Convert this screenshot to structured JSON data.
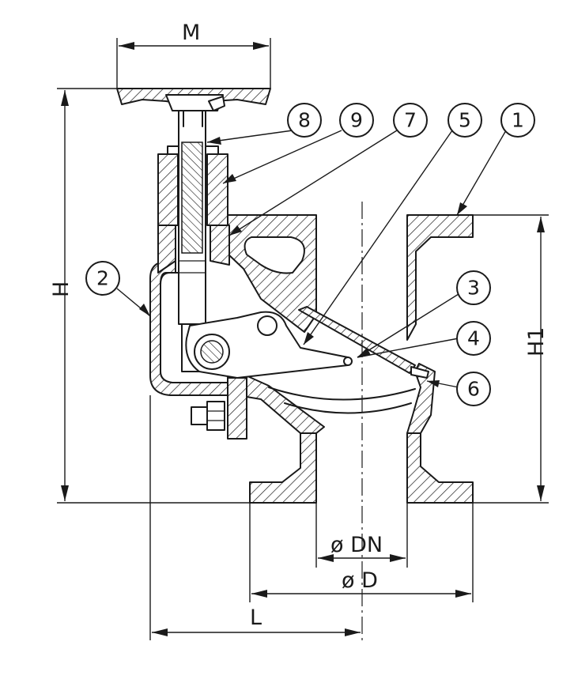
{
  "dimensions": {
    "m": "M",
    "h": "H",
    "h1": "H1",
    "l": "L",
    "dn": "ø DN",
    "d": "ø D"
  },
  "balloons": [
    "1",
    "2",
    "3",
    "4",
    "5",
    "6",
    "7",
    "8",
    "9"
  ]
}
